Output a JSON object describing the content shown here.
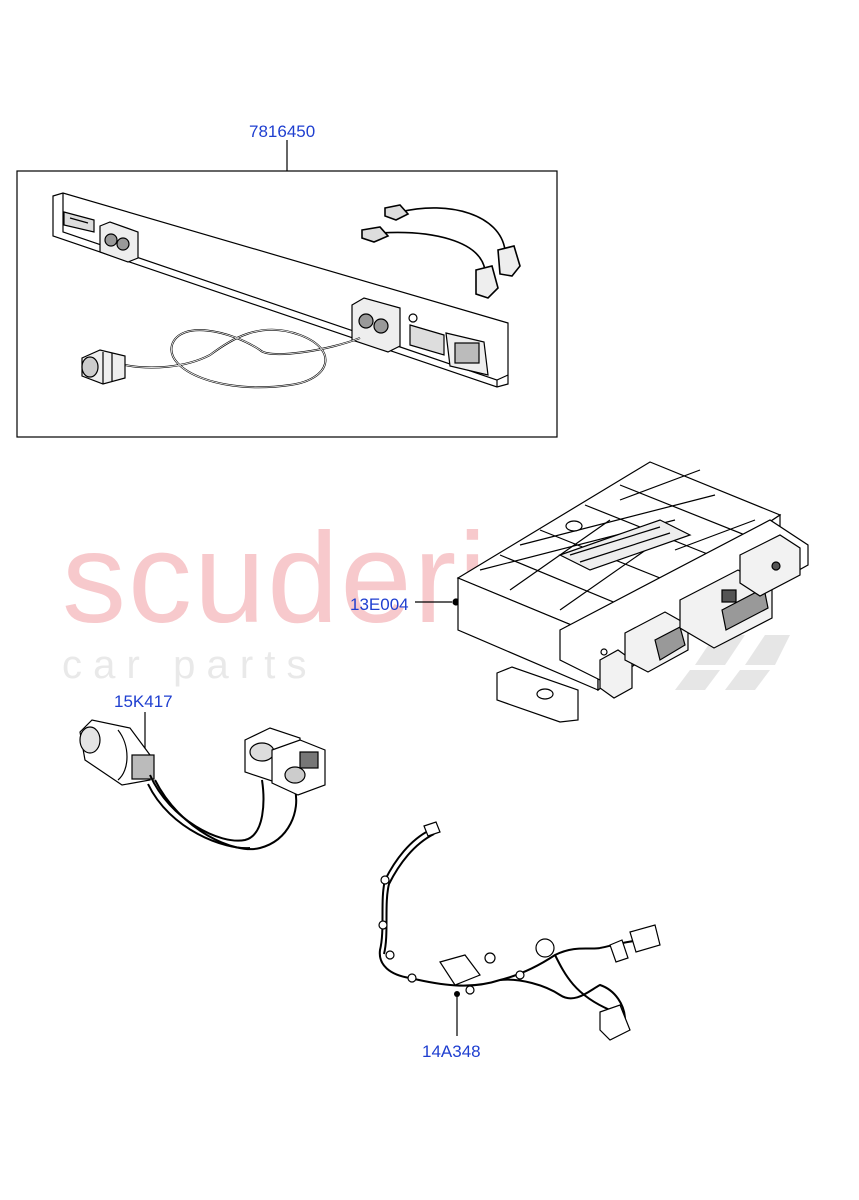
{
  "watermark": {
    "brand": "scuderia",
    "tagline": "c a r   p a r t s",
    "brand_color": "#f7c9cc",
    "tagline_color": "#e6e6e6"
  },
  "parts": [
    {
      "id": "kit",
      "label": "7816450"
    },
    {
      "id": "module",
      "label": "13E004"
    },
    {
      "id": "adapter",
      "label": "15K417"
    },
    {
      "id": "harness",
      "label": "14A348"
    }
  ],
  "colors": {
    "label": "#1f3fd0",
    "line": "#000000"
  }
}
